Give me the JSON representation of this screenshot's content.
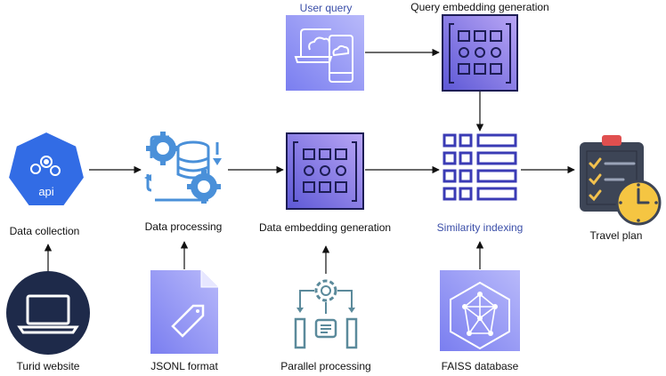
{
  "nodes": {
    "user_query": "User query",
    "query_embedding": "Query embedding generation",
    "data_collection": "Data collection",
    "api_badge": "api",
    "data_processing": "Data processing",
    "data_embedding": "Data embedding generation",
    "similarity_indexing": "Similarity indexing",
    "travel_plan": "Travel plan",
    "turid_website": "Turid website",
    "jsonl_format": "JSONL format",
    "parallel_processing": "Parallel processing",
    "faiss_database": "FAISS database"
  },
  "colors": {
    "purple_light": "#a9aaf6",
    "purple_mid": "#8f8ff0",
    "navy": "#2c2f8a",
    "kube_blue": "#326ce5",
    "dark_navy": "#1e2a4a",
    "teal": "#5b8a9b",
    "process_blue": "#4a90d9",
    "clipboard_gray": "#3d4556",
    "clock_yellow": "#f5c542",
    "check_yellow": "#f2c14e",
    "red_clip": "#e04f4f"
  },
  "icons": {
    "user_query": "devices-icon",
    "query_embedding": "embedding-grid-icon",
    "data_collection": "api-heptagon-icon",
    "data_processing": "gears-database-icon",
    "data_embedding": "embedding-grid-icon",
    "similarity_indexing": "table-index-icon",
    "travel_plan": "clipboard-clock-icon",
    "turid_website": "laptop-icon",
    "jsonl_format": "file-tag-icon",
    "parallel_processing": "parallel-gear-icon",
    "faiss_database": "faiss-network-icon"
  }
}
